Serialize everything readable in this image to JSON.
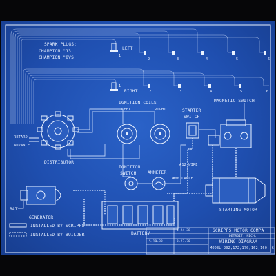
{
  "labels": {
    "spark_plugs": "SPARK PLUGS:",
    "champion_13": "CHAMPION \"13",
    "champion_8vs": "CHAMPION \"8VS",
    "left": "LEFT",
    "right": "RIGHT",
    "ignition_coils": "IGNITION COILS",
    "coil_left": "LEFT",
    "coil_right": "RIGHT",
    "starter_switch_1": "STARTER",
    "starter_switch_2": "SWITCH",
    "magnetic_switch": "MAGNETIC SWITCH",
    "retard": "RETARD",
    "advance": "ADVANCE",
    "distributor": "DISTRIBUTOR",
    "ignition_switch_1": "IGNITION",
    "ignition_switch_2": "SWITCH",
    "ammeter": "AMMETER",
    "wire_12": "#12 WIRE",
    "cable_00": "#00 CABLE",
    "generator": "GENERATOR",
    "bat": "BAT",
    "battery": "BATTERY",
    "starting_motor": "STARTING MOTOR",
    "installed_by_scripps": "INSTALLED BY SCRIPPS",
    "installed_by_builder": "INSTALLED BY BUILDER"
  },
  "cyl_numbers": [
    "1",
    "2",
    "3",
    "4",
    "5",
    "6"
  ],
  "title_block": {
    "company": "SCRIPPS MOTOR COMPA",
    "sub": "DETROIT, MICH.",
    "title": "WIRING DIAGRAM",
    "model": "MODEL 202,172,170,162,160, 6",
    "date_1": "5-19-38",
    "date_2": "3-27-38",
    "rev": "4-24-38"
  },
  "colors": {
    "blueprint": "#1f4fb0",
    "line": "#eaf2ff",
    "frame": "#060608"
  }
}
